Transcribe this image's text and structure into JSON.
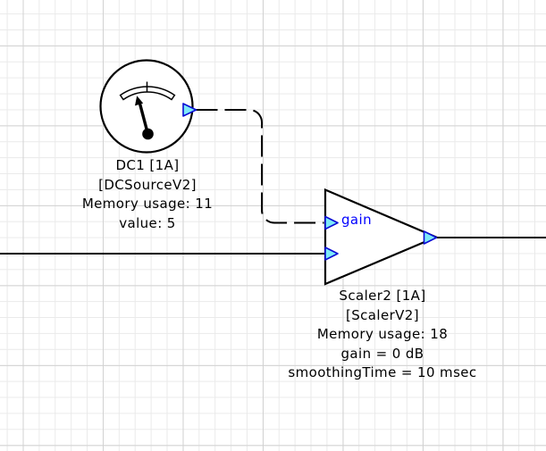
{
  "dc_block": {
    "name": "DC1 [1A]",
    "type": "[DCSourceV2]",
    "memory": "Memory usage: 11",
    "value": "value: 5"
  },
  "scaler_block": {
    "name": "Scaler2 [1A]",
    "type": "[ScalerV2]",
    "memory": "Memory usage: 18",
    "gain": "gain = 0 dB",
    "smoothing": "smoothingTime = 10 msec",
    "gain_pin_label": "gain"
  },
  "colors": {
    "pin_fill": "#7de9f8",
    "pin_stroke": "#0a0ad4",
    "wire": "#000000",
    "pin_label": "#0000ff",
    "grid_minor": "#eaeaea",
    "grid_major": "#d2d2d2",
    "background": "#ffffff",
    "text": "#000000"
  }
}
